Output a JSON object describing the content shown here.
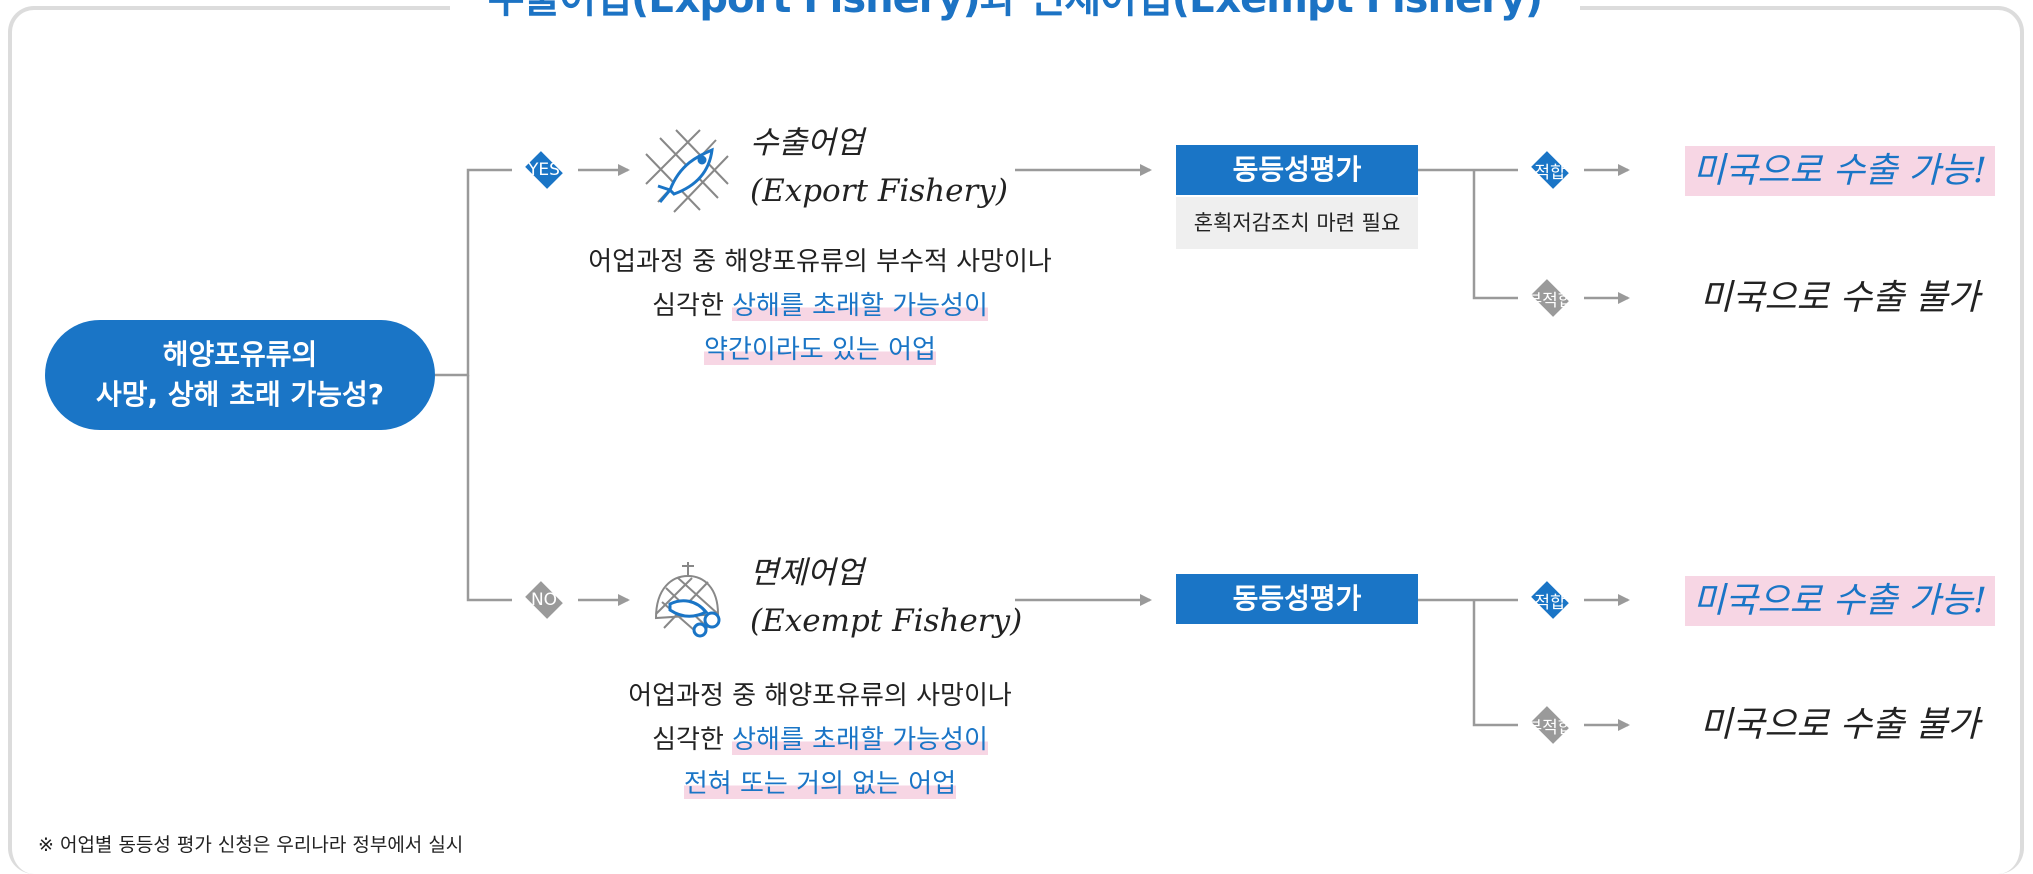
{
  "title": "수출어업(Export Fishery)과 면제어업(Exempt Fishery)",
  "root_question": [
    "해양포유류의",
    "사망, 상해 초래 가능성?"
  ],
  "branches": {
    "yes": {
      "decision_label": "YES",
      "fishery_title_ko": "수출어업",
      "fishery_title_en": "(Export Fishery)",
      "desc_line1": "어업과정 중 해양포유류의 부수적 사망이나",
      "desc_line2_plain": "심각한",
      "desc_line2_hl": "상해를 초래할 가능성이",
      "desc_line3_hl": "약간이라도 있는 어업",
      "eval_label": "동등성평가",
      "eval_note": "혼획저감조치 마련 필요",
      "pass_label": "적합",
      "fail_label": "부적합",
      "pass_result": "미국으로 수출 가능!",
      "fail_result": "미국으로 수출 불가"
    },
    "no": {
      "decision_label": "NO",
      "fishery_title_ko": "면제어업",
      "fishery_title_en": "(Exempt Fishery)",
      "desc_line1": "어업과정 중 해양포유류의 사망이나",
      "desc_line2_plain": "심각한",
      "desc_line2_hl": "상해를 초래할 가능성이",
      "desc_line3_hl": "전혀 또는 거의 없는 어업",
      "eval_label": "동등성평가",
      "pass_label": "적합",
      "fail_label": "부적합",
      "pass_result": "미국으로 수출 가능!",
      "fail_result": "미국으로 수출 불가"
    }
  },
  "footnote": "※ 어업별 동등성 평가 신청은 우리나라 정부에서 실시",
  "colors": {
    "accent": "#1a75c6",
    "highlight": "#f7d6e4",
    "connector": "#9a9a9a"
  },
  "icons": {
    "yes_fishery": "fish-net-icon",
    "no_fishery": "fish-trap-icon"
  }
}
